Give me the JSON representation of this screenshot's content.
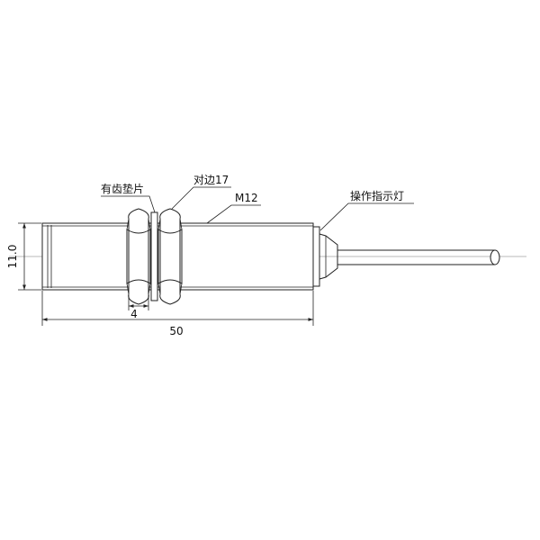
{
  "drawing": {
    "labels": {
      "toothed_washer": "有齿垫片",
      "across_flats": "对边17",
      "thread": "M12",
      "indicator": "操作指示灯"
    },
    "dimensions": {
      "diameter": "11.0",
      "washer_thickness": "4",
      "body_length": "50"
    },
    "colors": {
      "line": "#222222",
      "background": "#ffffff"
    }
  }
}
